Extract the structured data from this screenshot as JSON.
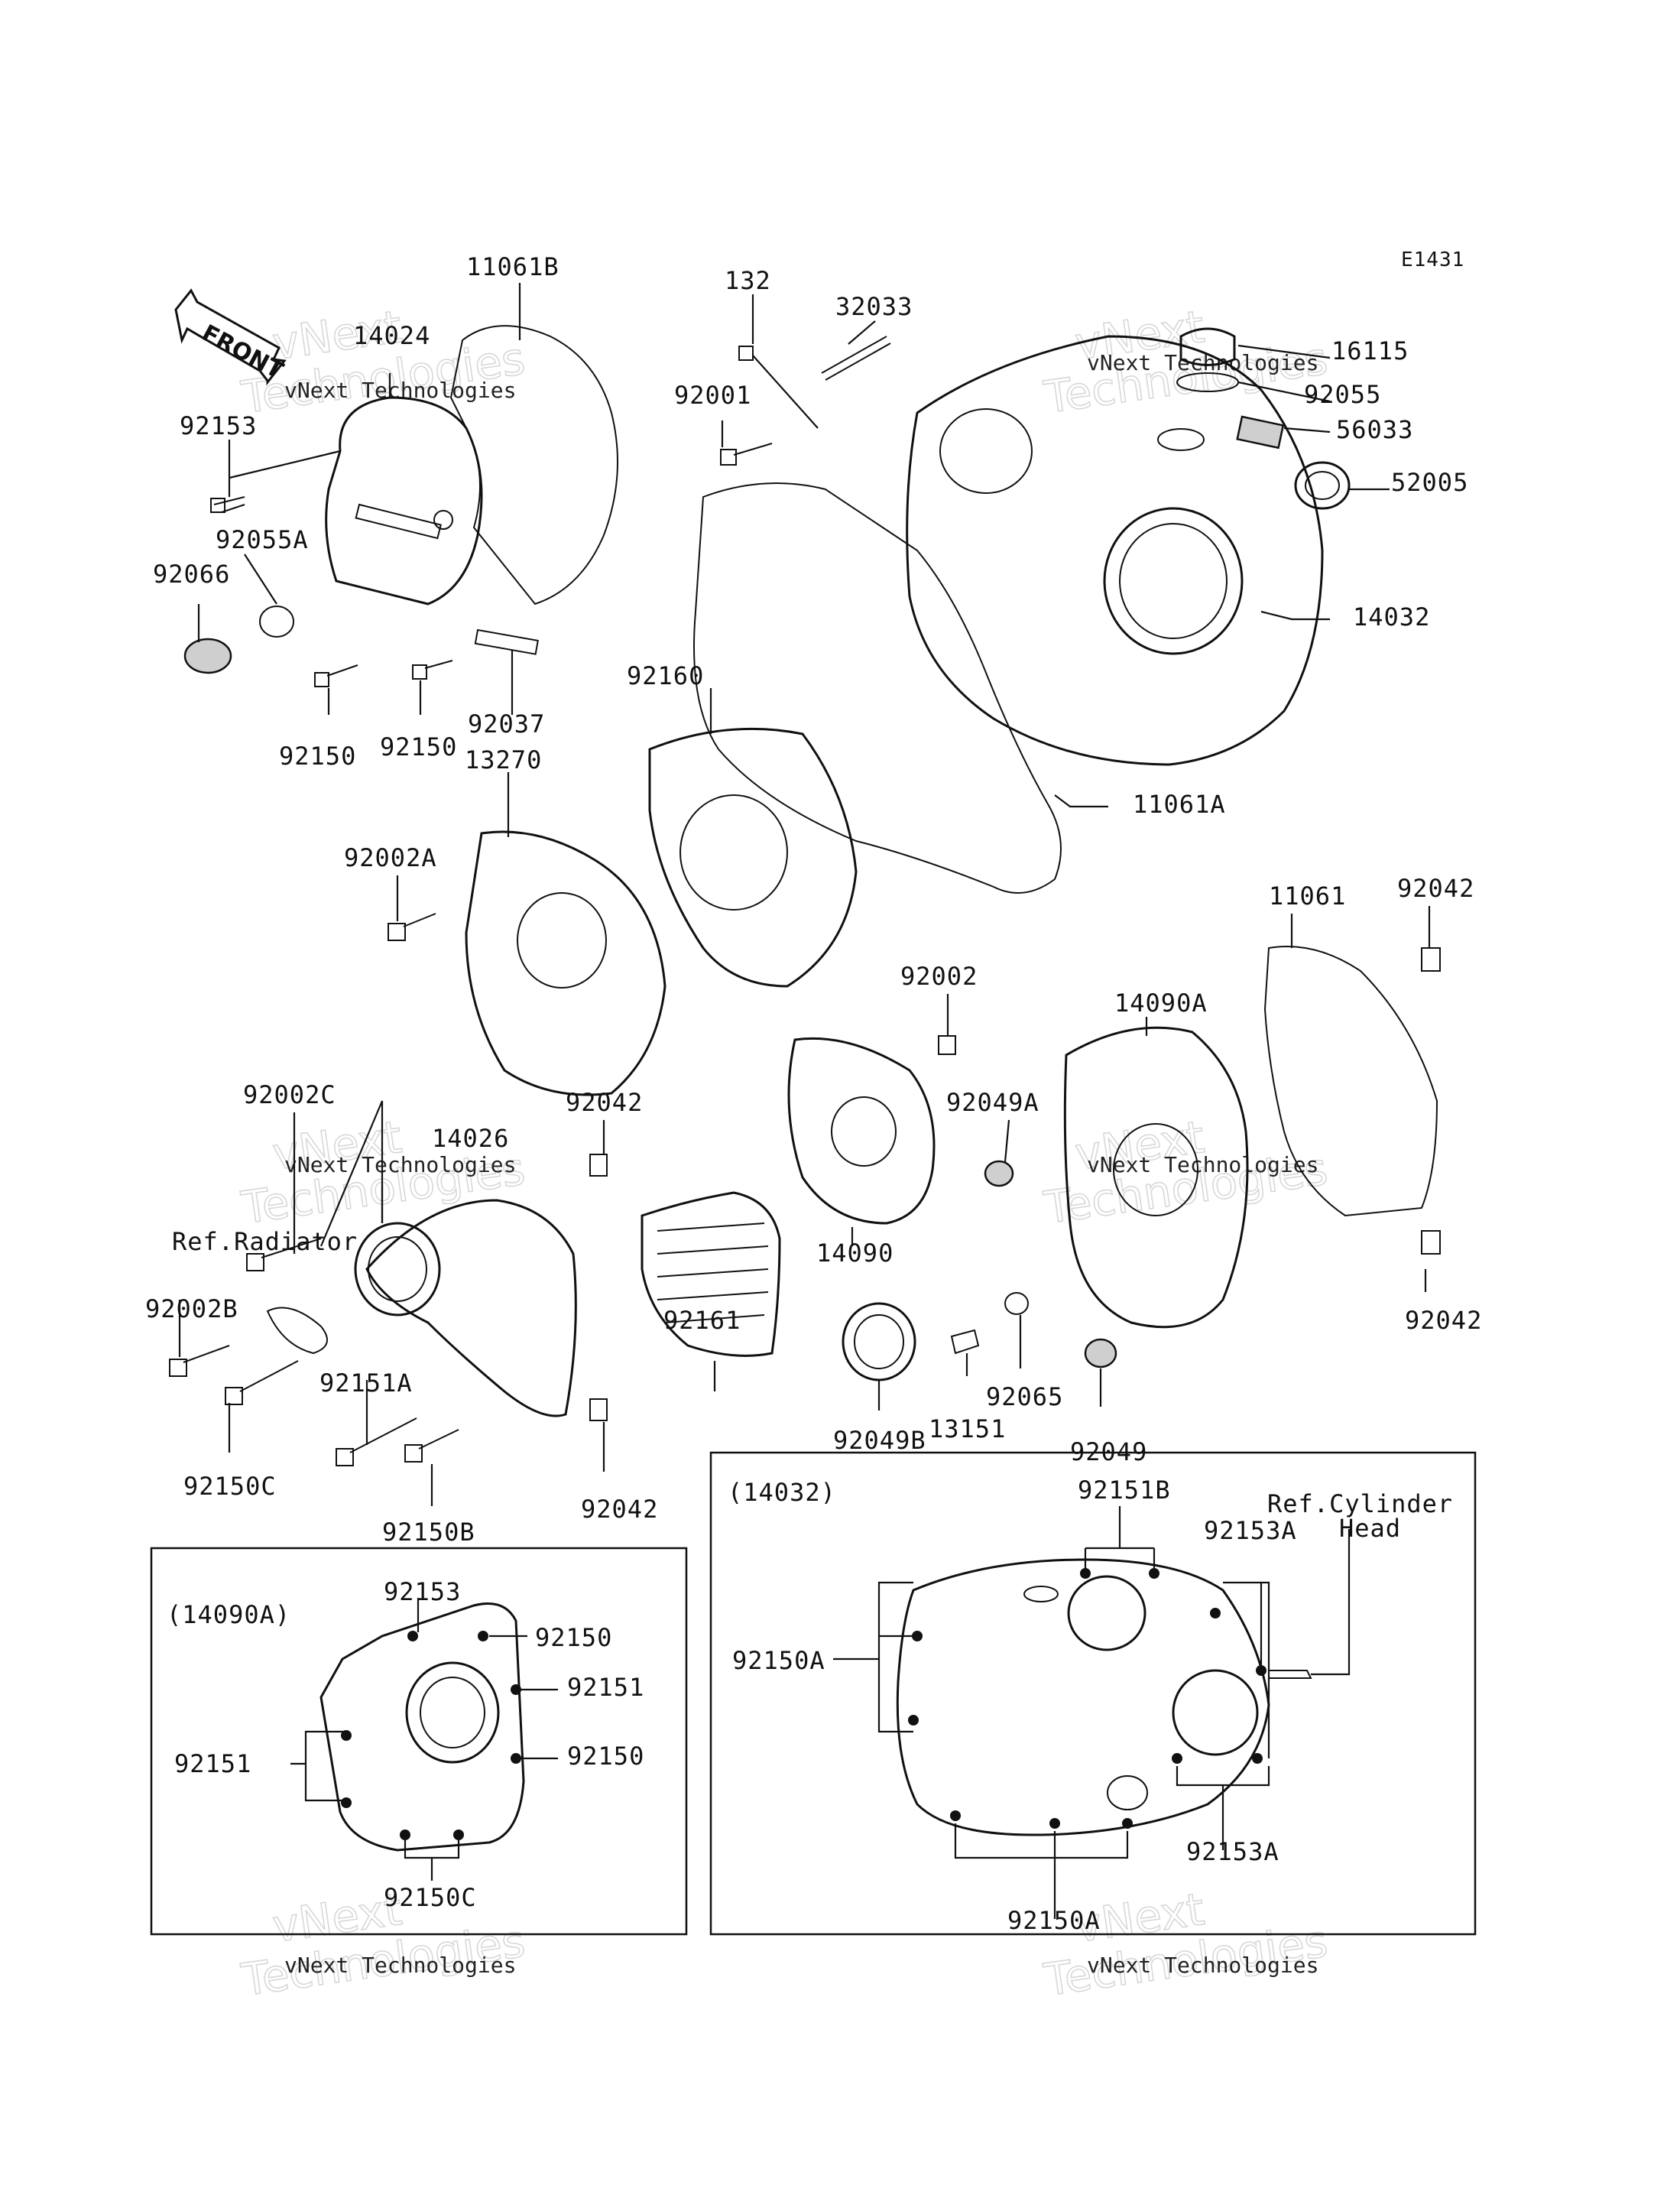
{
  "diagram_code": "E1431",
  "front_arrow": "FRONT",
  "watermark_small": "vNext Technologies",
  "watermark_big_line1": "vNext",
  "watermark_big_line2": "Technologies",
  "labels": {
    "p11061B": "11061B",
    "p14024": "14024",
    "p92153": "92153",
    "p92055A": "92055A",
    "p92066": "92066",
    "p92150a": "92150",
    "p92150b": "92150",
    "p92037": "92037",
    "p132": "132",
    "p32033": "32033",
    "p92001": "92001",
    "p16115": "16115",
    "p92055": "92055",
    "p56033": "56033",
    "p52005": "52005",
    "p14032": "14032",
    "p92160": "92160",
    "p13270": "13270",
    "p11061A": "11061A",
    "p92002A": "92002A",
    "p11061": "11061",
    "p92042a": "92042",
    "p92002": "92002",
    "p14090A": "14090A",
    "p92049A": "92049A",
    "p92002C": "92002C",
    "p14026": "14026",
    "p92042b": "92042",
    "ref_radiator": "Ref.Radiator",
    "p92002B": "92002B",
    "p14090": "14090",
    "p92161": "92161",
    "p92042c": "92042",
    "p92151A": "92151A",
    "p92150C": "92150C",
    "p92150B": "92150B",
    "p92042d": "92042",
    "p13151": "13151",
    "p92065": "92065",
    "p92049B": "92049B",
    "p92049": "92049"
  },
  "inset_left": {
    "title": "(14090A)",
    "p92153": "92153",
    "p92150a": "92150",
    "p92151a": "92151",
    "p92150b": "92150",
    "p92151b": "92151",
    "p92150C": "92150C"
  },
  "inset_right": {
    "title": "(14032)",
    "p92151B": "92151B",
    "ref_cyl_line1": "Ref.Cylinder",
    "ref_cyl_line2": "Head",
    "p92153Aa": "92153A",
    "p92150Aa": "92150A",
    "p92153Ab": "92153A",
    "p92150Ab": "92150A"
  }
}
